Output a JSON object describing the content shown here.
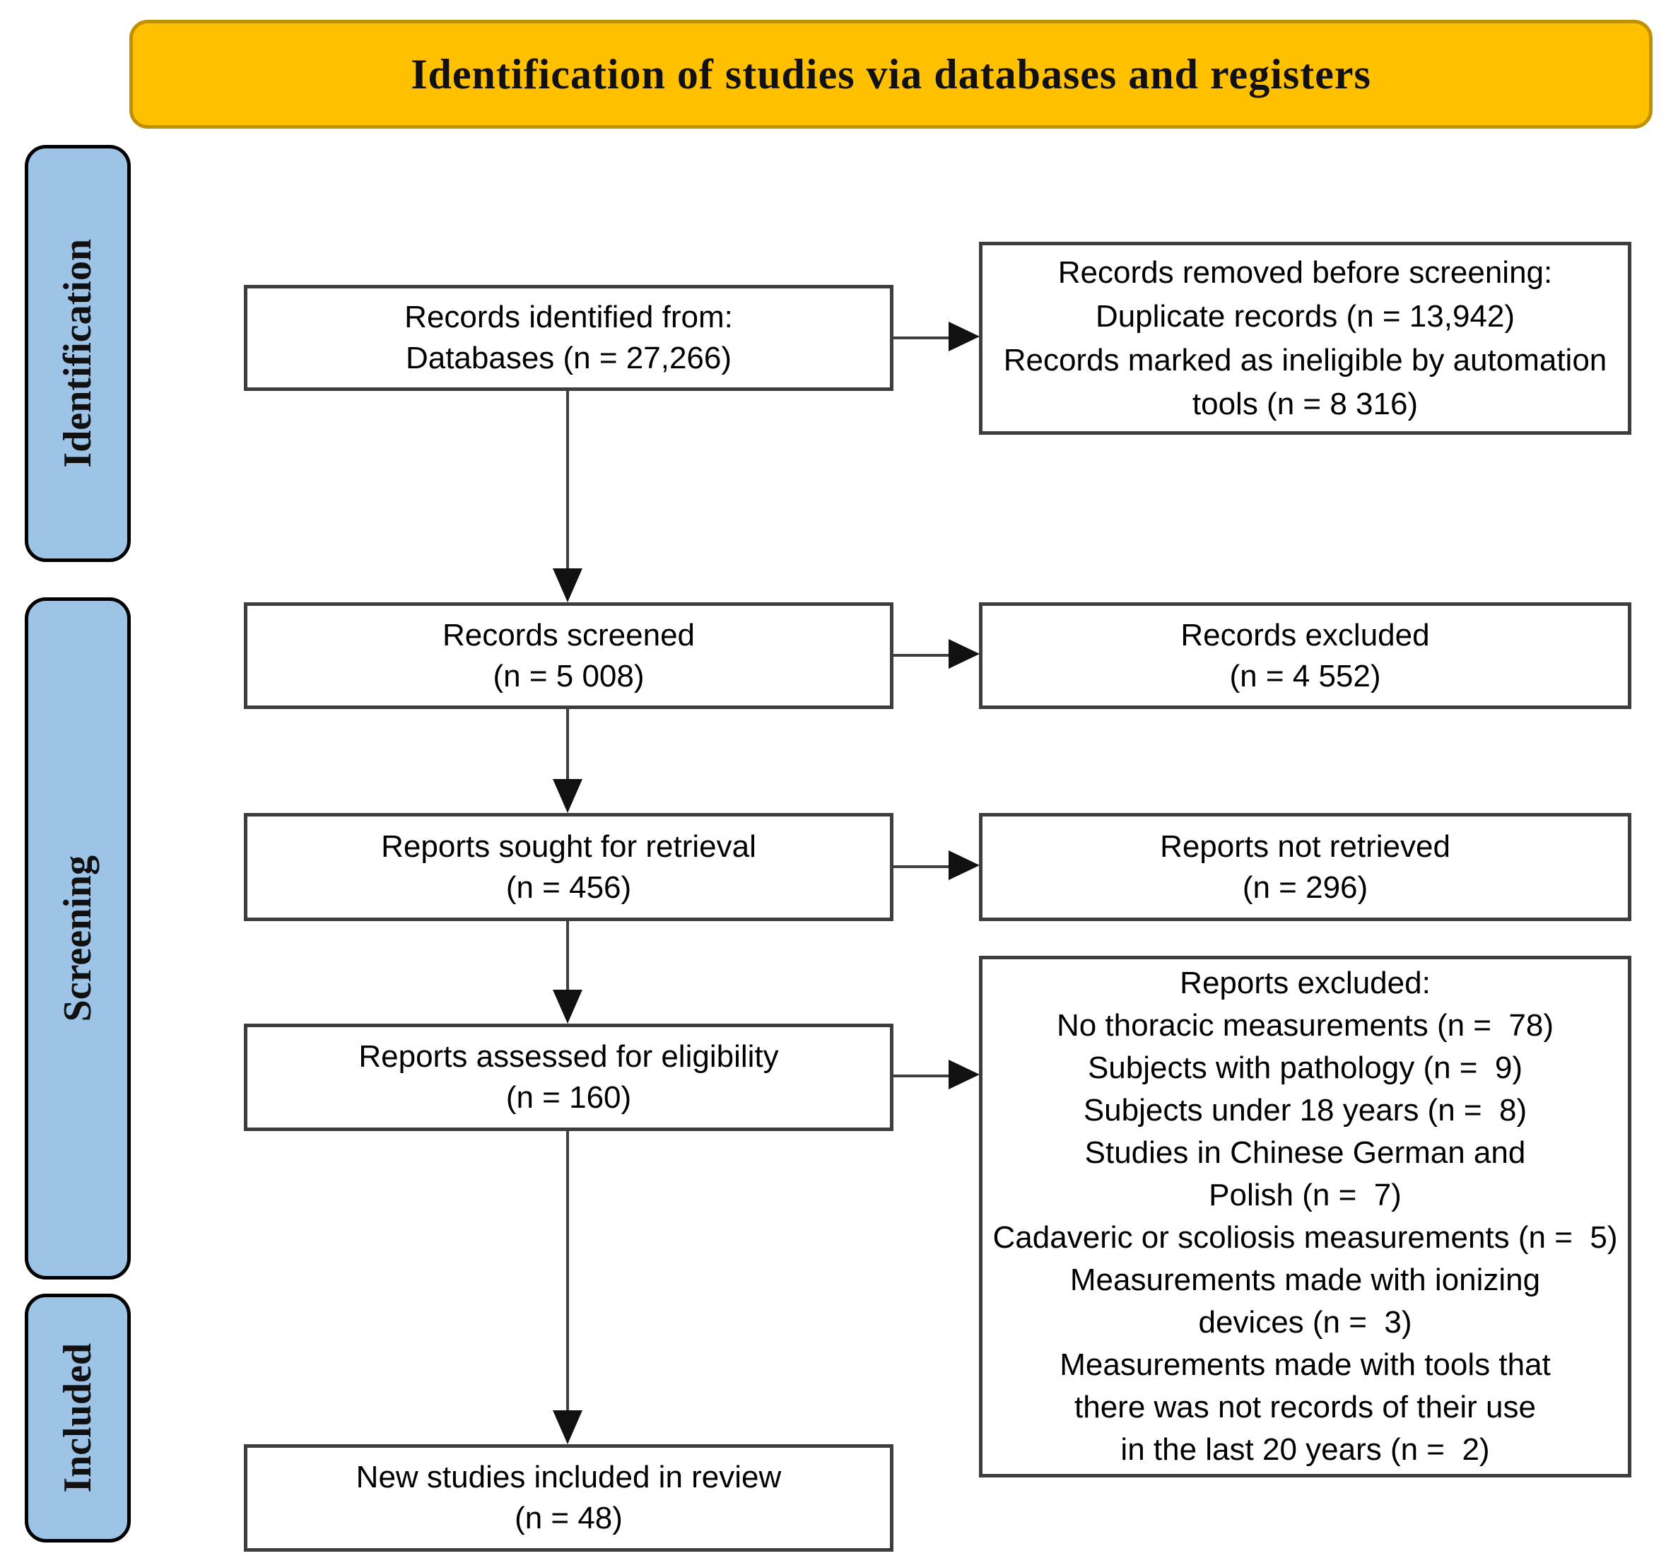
{
  "header": {
    "title": "Identification of studies via databases and registers",
    "bg_color": "#FFC000",
    "border_color": "#BF9000"
  },
  "sidebar": {
    "bg_color": "#9DC3E6",
    "items": [
      {
        "label": "Identification"
      },
      {
        "label": "Screening"
      },
      {
        "label": "Included"
      }
    ]
  },
  "flow": {
    "left_boxes": [
      {
        "lines": [
          "Records identified from:",
          "Databases (n = 27,266)"
        ]
      },
      {
        "lines": [
          "Records screened",
          "(n = 5 008)"
        ]
      },
      {
        "lines": [
          "Reports sought for retrieval",
          "(n = 456)"
        ]
      },
      {
        "lines": [
          "Reports assessed for eligibility",
          "(n = 160)"
        ]
      },
      {
        "lines": [
          "New studies included in review",
          "(n = 48)"
        ]
      }
    ],
    "right_boxes": [
      {
        "lines": [
          "Records removed before screening:",
          "Duplicate records (n = 13,942)",
          "Records marked as ineligible by automation",
          "tools (n = 8 316)"
        ]
      },
      {
        "lines": [
          "Records excluded",
          "(n = 4 552)"
        ]
      },
      {
        "lines": [
          "Reports not retrieved",
          "(n = 296)"
        ]
      },
      {
        "lines": [
          "Reports excluded:",
          "No thoracic measurements (n =  78)",
          "Subjects with pathology (n =  9)",
          "Subjects under 18 years (n =  8)",
          "Studies in Chinese German and",
          "Polish (n =  7)",
          "Cadaveric or scoliosis measurements (n =  5)",
          "Measurements made with ionizing",
          "devices (n =  3)",
          "Measurements made with tools that",
          "there was not records of their use",
          "in the last 20 years (n =  2)"
        ]
      }
    ]
  }
}
